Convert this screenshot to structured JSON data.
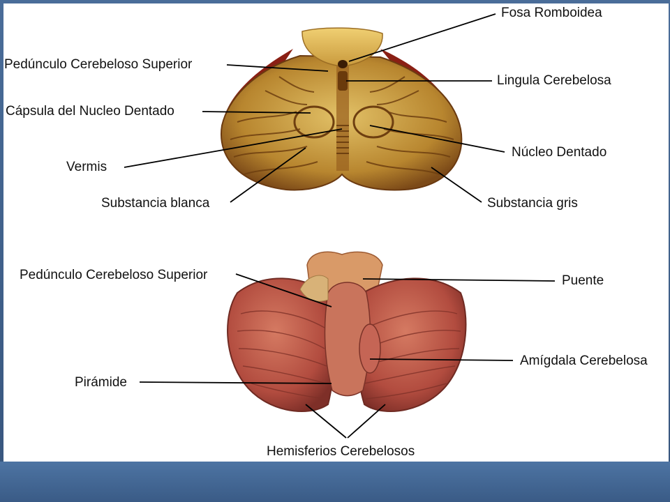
{
  "top_section": {
    "labels": {
      "fosa_romboidea": "Fosa Romboidea",
      "pedunculo_superior": "Pedúnculo Cerebeloso Superior",
      "lingula": "Lingula Cerebelosa",
      "capsula_nucleo": "Cápsula del Nucleo Dentado",
      "nucleo_dentado": "Núcleo Dentado",
      "vermis": "Vermis",
      "substancia_blanca": "Substancia blanca",
      "substancia_gris": "Substancia gris"
    }
  },
  "bottom_section": {
    "labels": {
      "pedunculo_superior": "Pedúnculo Cerebeloso Superior",
      "puente": "Puente",
      "amigdala": "Amígdala Cerebelosa",
      "piramide": "Pirámide",
      "hemisferios": "Hemisferios Cerebelosos"
    }
  },
  "colors": {
    "frame": "#3d5f8a",
    "section_fill": "#c79a3a",
    "gray_matter": "#7a4a14",
    "hemisphere": "#b9564a",
    "leader_line": "#000000"
  }
}
